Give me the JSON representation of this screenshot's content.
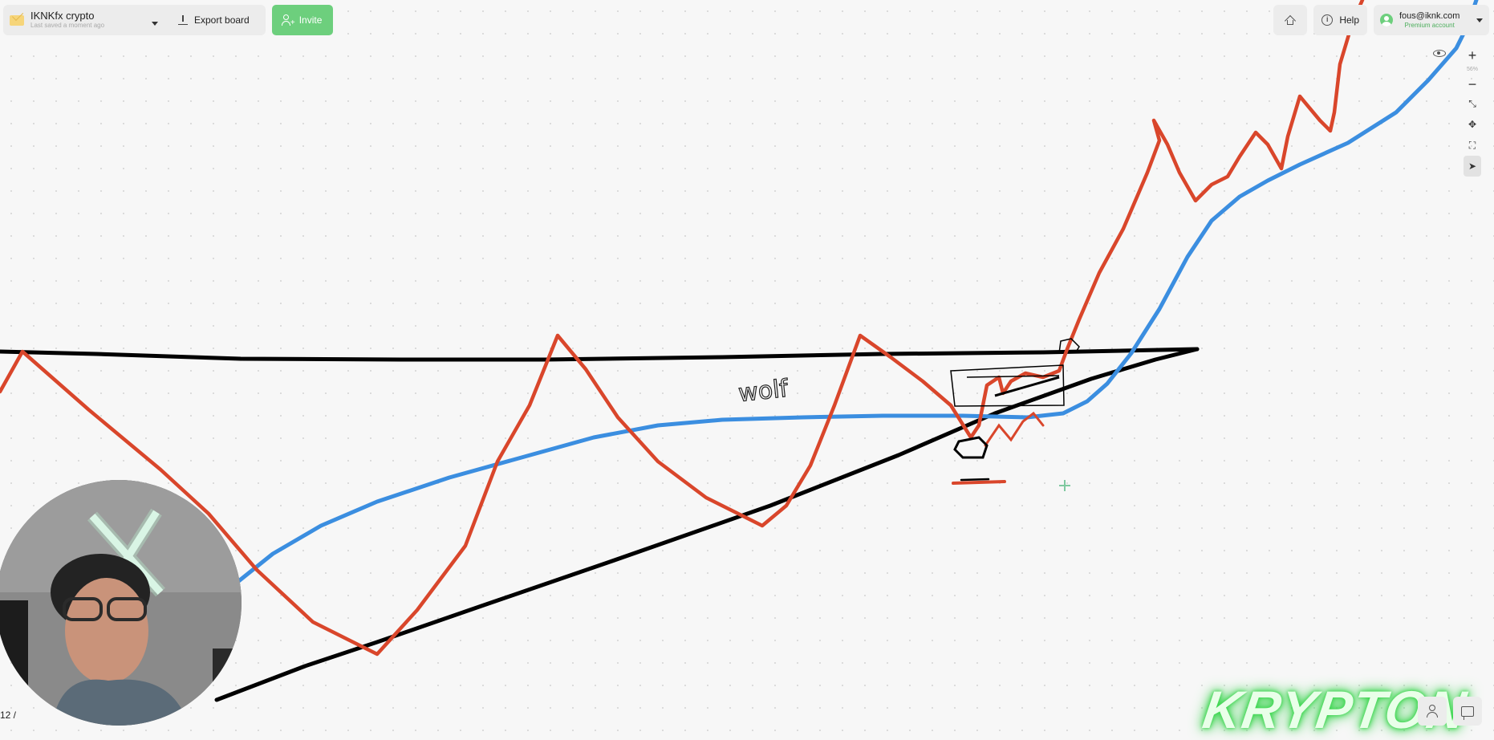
{
  "board": {
    "title": "IKNKfx crypto",
    "subtitle": "Last saved a moment ago",
    "export_label": "Export board",
    "invite_label": "Invite"
  },
  "header_right": {
    "help_label": "Help",
    "account_email": "fous@iknk.com",
    "account_type": "Premium account"
  },
  "toolbar": {
    "zoom_in": "+",
    "zoom_level": "56%",
    "zoom_out": "−"
  },
  "canvas": {
    "handwritten_text": "wolf",
    "colors": {
      "price_line": "#d9462b",
      "moving_average": "#3b8ee0",
      "trend_lines": "#000000",
      "cursor": "#7fc9a0"
    }
  },
  "overlay": {
    "watermark": "KRYPTON",
    "timestamp_fragment": "12 /"
  },
  "icons": [
    "mail-icon",
    "chevron-down-icon",
    "download-icon",
    "user-plus-icon",
    "home-icon",
    "info-icon",
    "avatar-icon",
    "eye-icon",
    "zoom-in-icon",
    "zoom-out-icon",
    "collapse-icon",
    "move-icon",
    "fit-screen-icon",
    "pointer-icon",
    "person-icon",
    "chat-icon"
  ]
}
